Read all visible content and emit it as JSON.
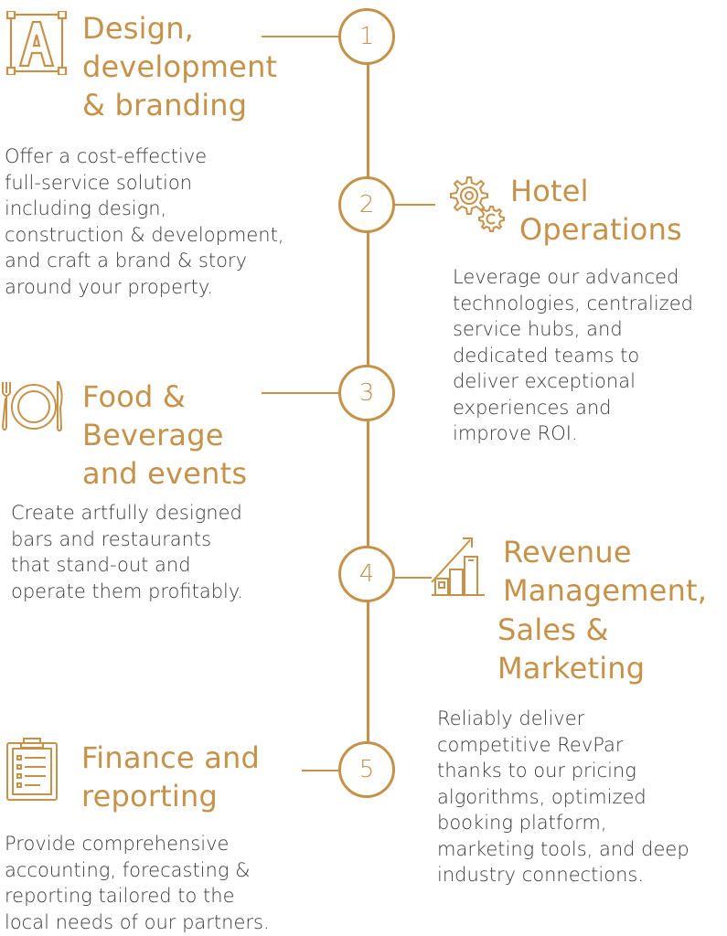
{
  "colors": {
    "accent": "#c69149",
    "text": "#3a3a3a"
  },
  "steps": [
    {
      "number": "1",
      "icon": "typography-icon",
      "title_lines": [
        "Design,",
        "development",
        "& branding"
      ],
      "description_lines": [
        "Offer a cost-effective",
        "full-service solution",
        "including design,",
        "construction & development,",
        "and craft a brand & story",
        "around your property."
      ]
    },
    {
      "number": "2",
      "icon": "gears-icon",
      "title_lines": [
        "Hotel",
        "Operations"
      ],
      "description_lines": [
        "Leverage our advanced",
        "technologies, centralized",
        "service hubs, and",
        "dedicated teams to",
        "deliver exceptional",
        "experiences and",
        "improve ROI."
      ]
    },
    {
      "number": "3",
      "icon": "dining-icon",
      "title_lines": [
        "Food &",
        "Beverage",
        "and events"
      ],
      "description_lines": [
        "Create artfully designed",
        "bars and restaurants",
        "that stand-out and",
        "operate them profitably."
      ]
    },
    {
      "number": "4",
      "icon": "growth-chart-icon",
      "title_lines": [
        "Revenue",
        "Management,",
        "Sales &",
        "Marketing"
      ],
      "description_lines": [
        "Reliably deliver",
        "competitive RevPar",
        "thanks to our pricing",
        "algorithms, optimized",
        "booking platform,",
        "marketing tools, and deep",
        "industry connections."
      ]
    },
    {
      "number": "5",
      "icon": "clipboard-report-icon",
      "title_lines": [
        "Finance and",
        "reporting"
      ],
      "description_lines": [
        "Provide comprehensive",
        "accounting, forecasting &",
        "reporting tailored to the",
        "local needs of our partners."
      ]
    }
  ]
}
